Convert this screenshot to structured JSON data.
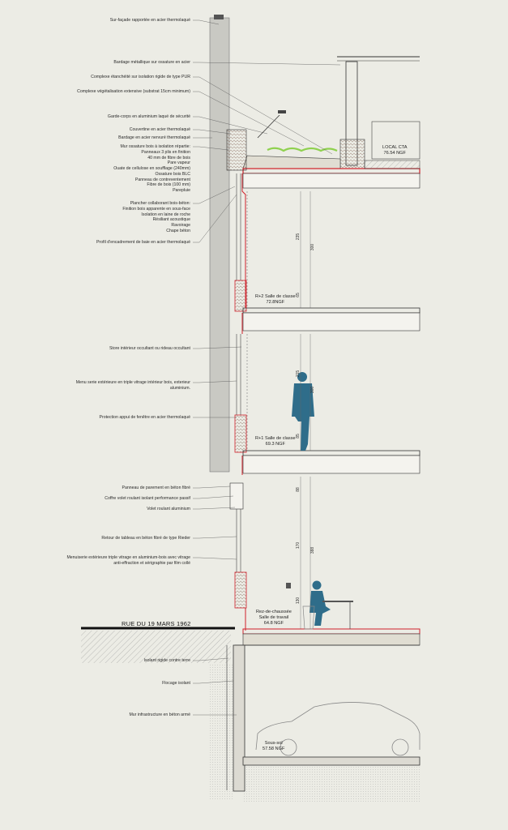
{
  "street": "RUE DU 19 MARS 1962",
  "annotations": [
    "Sur-façade rapportée en acier thermolaqué",
    "Bardage métallique sur ossature en acier",
    "Complexe étanchéité sur isolation rigide de type PUR",
    "Complexe végétalisation extensive (substrat 15cm minimum)",
    "Garde-corps en aluminium laqué de sécurité",
    "Couvertine en acier thermolaqué",
    "Bardage en acier nervuré thermolaqué",
    "Mur ossature bois à isolation répartie:\nPanneaux 3 plis en finition\n40 mm de fibre de bois\nPare vapeur\nOuate de cellulose en soufflage (240mm)\nOssature bois  BLC\nPanneau de contreventement\nFibre de bois (100 mm)\nParepluie",
    "Plancher collaborant bois-béton:\nFinition bois apparente en sous-face\nIsolation en laine de roche\nRésiliant acoustique\nRavoirage\nChape béton",
    "Profil d'encadrement de baie en acier thermolaqué",
    "Store intérieur occultant ou rideau occultant",
    "Menu serie extérieure en triple vitrage intérieur bois, exterieur\naluminium.",
    "Protection appui de fenêtre en acier thermolaqué",
    "Panneau de parement en béton fibré",
    "Coffre volet roulant isolant performance passif",
    "Volet roulant aluminium",
    "Retour de tableau en béton fibré de type Rieder",
    "Menuiserie extérieure triple vitrage en aluminium-bois  avec vitrage\nanti-effraction et sérigraphie par film collé",
    "Isolant rigide contre terre",
    "Flocage isolant",
    "Mur infrastructure en béton armé"
  ],
  "levels": [
    "LOCAL CTA\n76.54 NGF",
    "R+2 Salle de classe\n72.8NGF",
    "R+1 Salle de classe\n69.3 NGF",
    "Rez-de-chaussée\nSalle de travail\n64.8 NGF",
    "Sous-sol\n57.58 NGF"
  ],
  "dimensions": [
    "235",
    "300",
    "65",
    "215",
    "300",
    "85",
    "88",
    "170",
    "388",
    "130"
  ],
  "colors": {
    "background": "#ecece5",
    "line": "#2b2b2b",
    "accent_red": "#d0202a",
    "figure_blue": "#2f6d8a",
    "green_roof": "#8fd14f"
  }
}
